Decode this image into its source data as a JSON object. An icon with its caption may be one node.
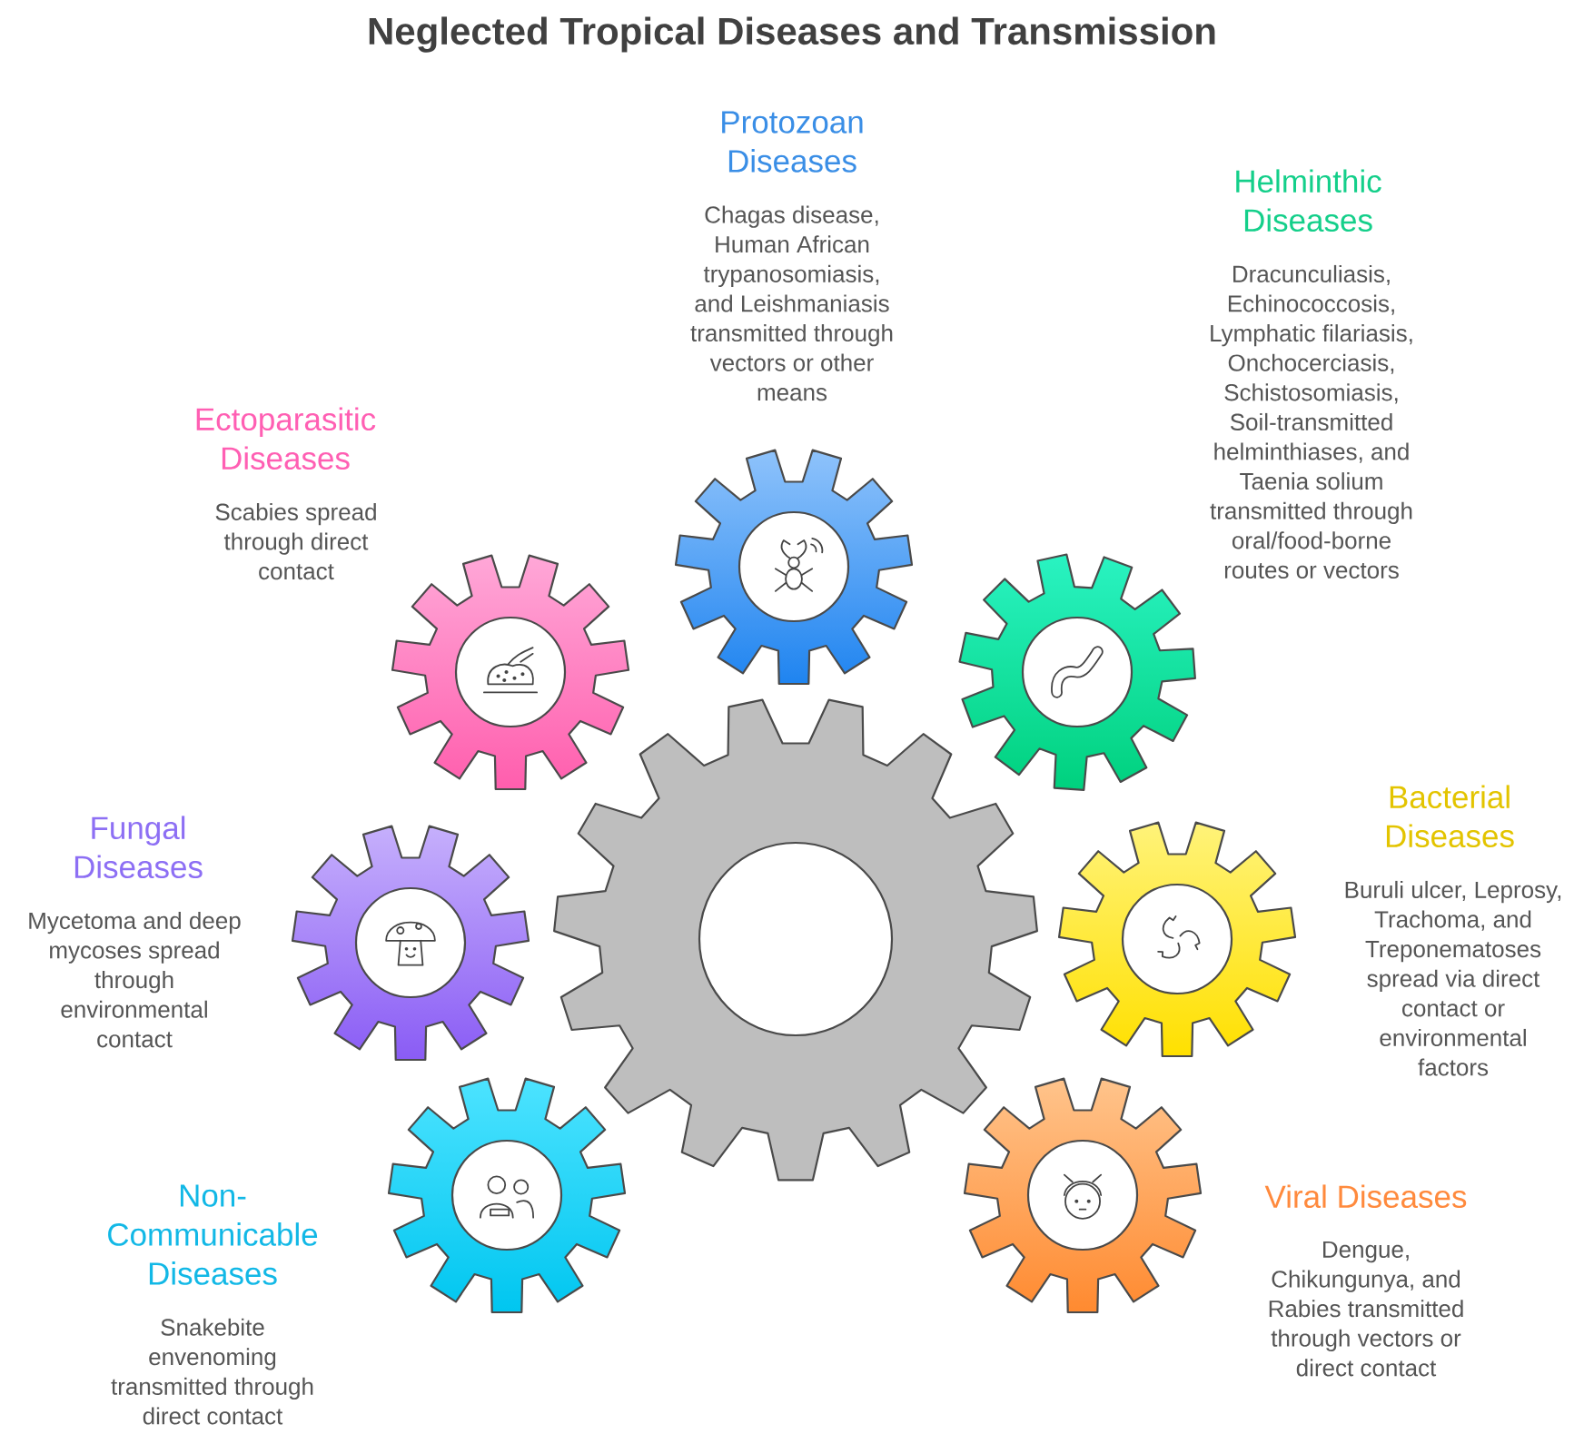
{
  "diagram": {
    "title": "Neglected Tropical Diseases and Transmission",
    "nodes": [
      {
        "text": [],
        "shape": "gear",
        "beside": [
          "Protozoan Diseases",
          "Chagas disease, Human African trypanosomiasis, and Leishmaniasis transmitted through vectors or other means"
        ]
      },
      {
        "text": [],
        "shape": "gear",
        "beside": [
          "Helminthic Diseases",
          "Dracunculiasis, Echinococcosis, Lymphatic filariasis, Onchocerciasis, Schistosomiasis, Soil-transmitted helminthiases, and Taenia solium transmitted through oral/food-borne routes or vectors"
        ]
      },
      {
        "text": [],
        "shape": "gear",
        "beside": [
          "Ectoparasitic Diseases",
          "Scabies spread through direct contact"
        ]
      },
      {
        "text": [],
        "shape": "gear",
        "beside": [
          "Bacterial Diseases",
          "Buruli ulcer, Leprosy, Trachoma, and Treponematoses spread via direct contact or environmental factors"
        ]
      },
      {
        "text": [],
        "shape": "gear",
        "beside": [
          "Fungal Diseases",
          "Mycetoma and deep mycoses spread through environmental contact"
        ]
      },
      {
        "text": [],
        "shape": "gear"
      },
      {
        "text": [],
        "shape": "gear",
        "beside": [
          "Viral Diseases",
          "Dengue, Chikungunya, and Rabies transmitted through vectors or direct contact"
        ]
      },
      {
        "text": [],
        "shape": "gear",
        "beside": [
          "Non-Communicable Diseases",
          "Snakebite envenoming transmitted through direct contact"
        ]
      }
    ]
  }
}
